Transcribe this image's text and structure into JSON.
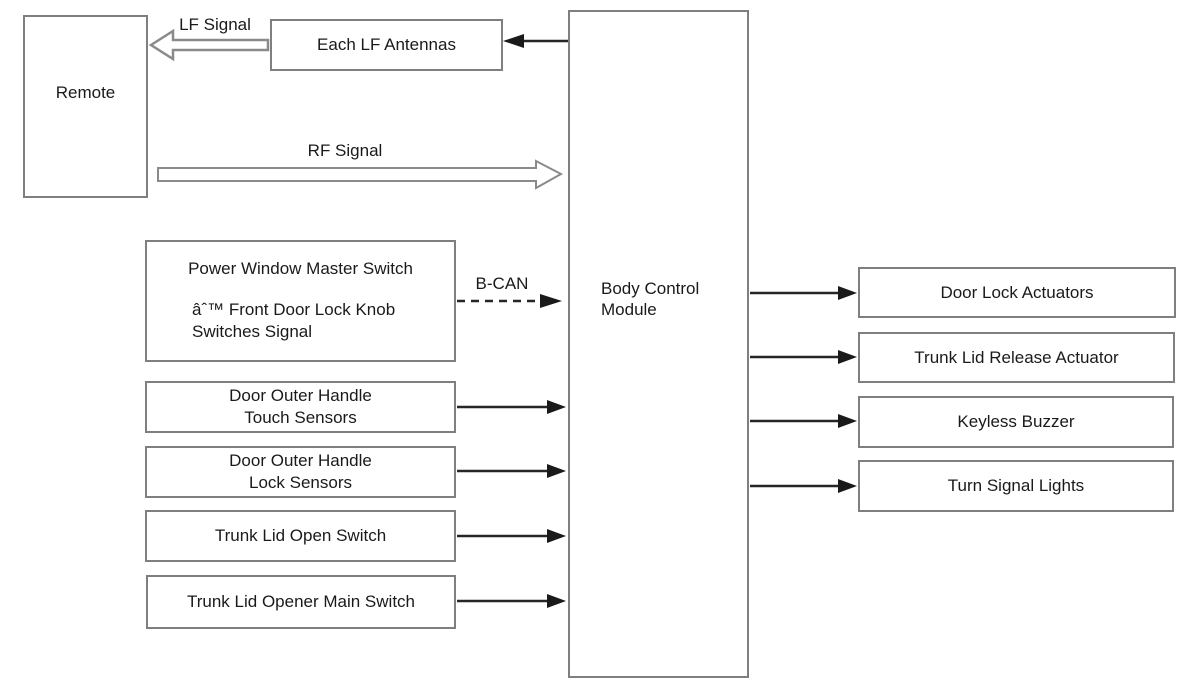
{
  "colors": {
    "background": "#ffffff",
    "box_border": "#7f7f7f",
    "text": "#1a1a1a",
    "arrow": "#262626",
    "hollow_arrow_outline": "#8a8a8a",
    "hollow_arrow_fill": "#ffffff"
  },
  "signal_labels": {
    "lf_signal": "LF Signal",
    "rf_signal": "RF Signal",
    "b_can": "B-CAN"
  },
  "nodes": {
    "remote": {
      "label": "Remote"
    },
    "each_lf_antennas": {
      "label": "Each LF Antennas"
    },
    "body_control_module": {
      "label": [
        "Body Control",
        "Module"
      ]
    },
    "power_window_master_switch": {
      "title": "Power Window Master Switch",
      "sub": [
        "âˆ™ Front Door Lock Knob",
        "Switches Signal"
      ]
    },
    "door_outer_handle_touch_sensors": {
      "label": [
        "Door Outer Handle",
        "Touch Sensors"
      ]
    },
    "door_outer_handle_lock_sensors": {
      "label": [
        "Door Outer Handle",
        "Lock Sensors"
      ]
    },
    "trunk_lid_open_switch": {
      "label": "Trunk Lid Open Switch"
    },
    "trunk_lid_opener_main_switch": {
      "label": "Trunk Lid Opener Main Switch"
    },
    "door_lock_actuators": {
      "label": "Door Lock Actuators"
    },
    "trunk_lid_release_actuator": {
      "label": "Trunk Lid Release Actuator"
    },
    "keyless_buzzer": {
      "label": "Keyless Buzzer"
    },
    "turn_signal_lights": {
      "label": "Turn Signal Lights"
    }
  }
}
